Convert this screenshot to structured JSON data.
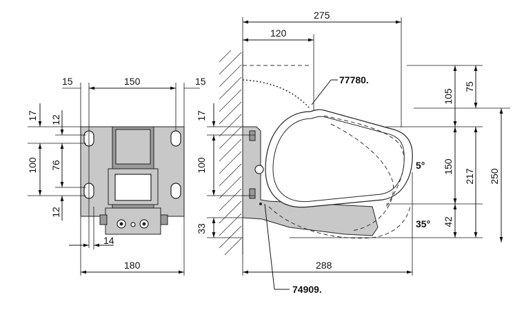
{
  "front_view": {
    "dim_top_left": "15",
    "dim_top_center": "150",
    "dim_top_right": "15",
    "dim_left_17": "17",
    "dim_left_12_top": "12",
    "dim_left_100": "100",
    "dim_left_76": "76",
    "dim_left_12_bottom": "12",
    "dim_bottom_14": "14",
    "dim_bottom_180": "180"
  },
  "side_view": {
    "dim_top_275": "275",
    "dim_top_120": "120",
    "dim_left_17": "17",
    "dim_left_100": "100",
    "dim_left_33": "33",
    "dim_right_105": "105",
    "dim_right_75": "75",
    "dim_right_150": "150",
    "dim_right_217": "217",
    "dim_right_250": "250",
    "dim_right_42": "42",
    "dim_bottom_288": "288",
    "angle_upper": "5°",
    "angle_lower": "35°",
    "ref_upper": "77780.",
    "ref_lower": "74909."
  }
}
